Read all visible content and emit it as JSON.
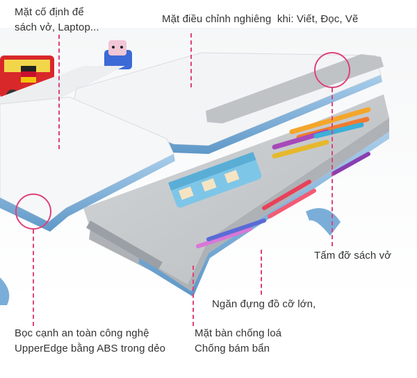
{
  "callouts": {
    "fixed_surface": "Mặt cố định để\nsách vở, Laptop...",
    "tilt_surface": "Mặt điều chỉnh nghiêng  khi: Viết, Đọc, Vẽ",
    "book_stand": "Tấm đỡ sách vở",
    "drawer": "Ngăn đựng đồ cỡ lớn,",
    "anti_glare": "Mặt bàn chống loá\nChống bám bẩn",
    "safe_edge": "Bọc cạnh an toàn công nghệ\nUpperEdge bằng ABS trong dẻo"
  },
  "colors": {
    "accent": "#e0407a",
    "desk_edge": "#7aaed8",
    "desk_top": "#f4f5f7",
    "drawer": "#c9ccce",
    "text": "#333333"
  }
}
